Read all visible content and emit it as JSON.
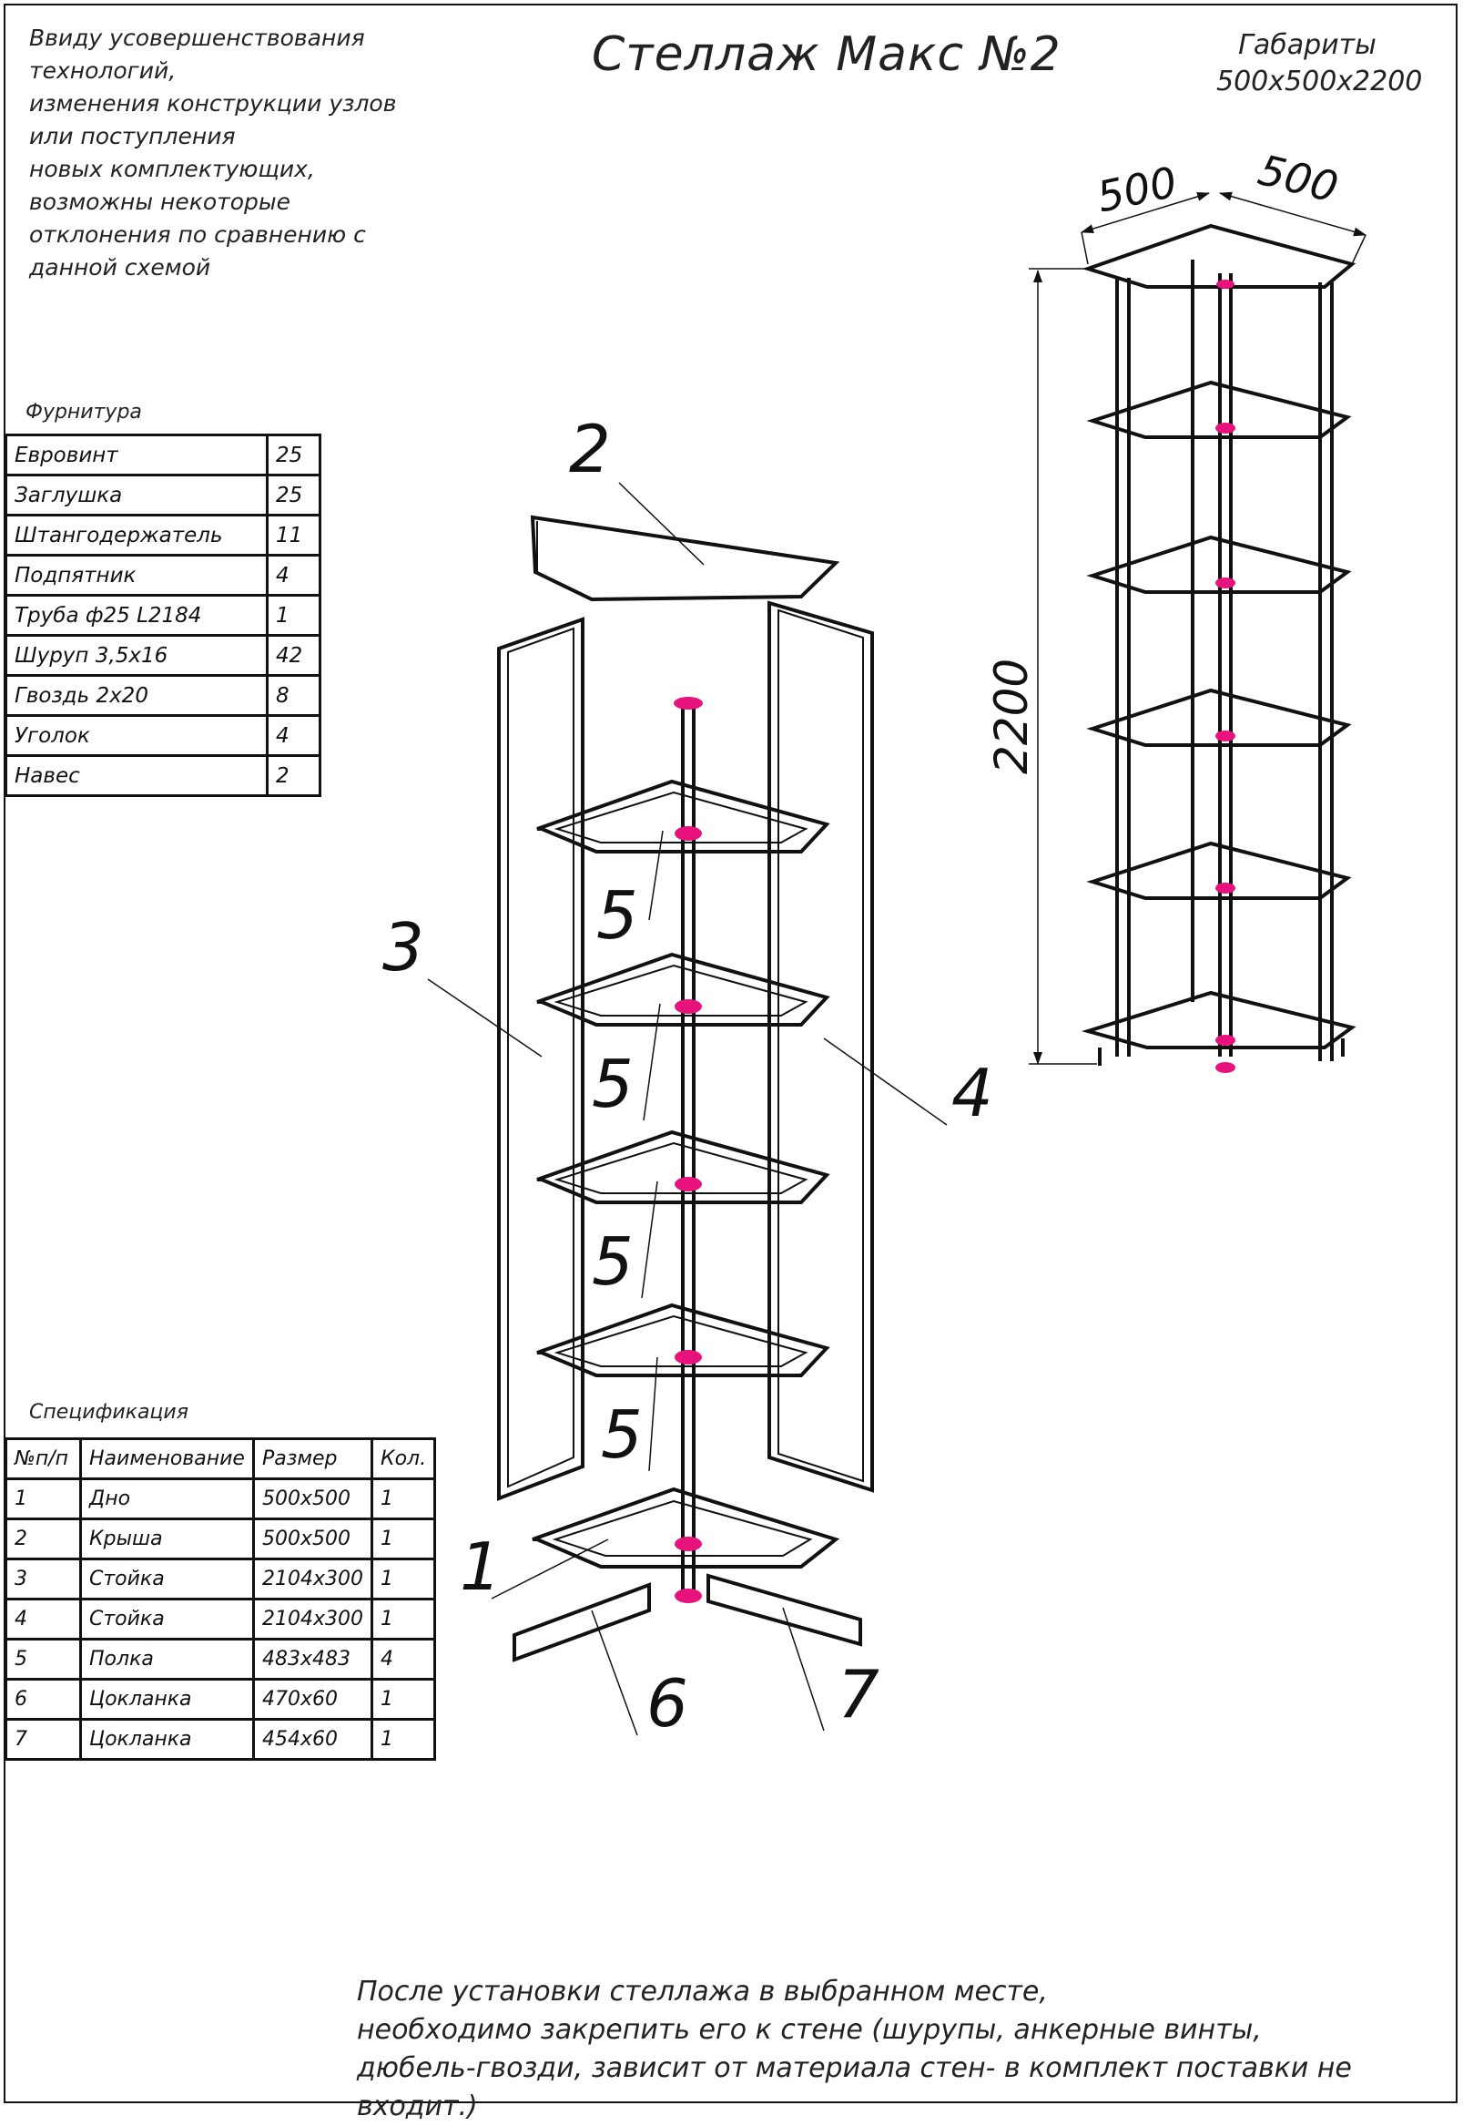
{
  "note": [
    "Ввиду усовершенствования технологий,",
    "изменения конструкции узлов или поступления",
    "новых комплектующих, возможны некоторые",
    "отклонения по сравнению с данной схемой"
  ],
  "title": "Стеллаж Макс №2",
  "dimensions": {
    "label": "Габариты",
    "value": "500х500х2200"
  },
  "furniture": {
    "caption": "Фурнитура",
    "rows": [
      {
        "name": "Евровинт",
        "qty": "25"
      },
      {
        "name": "Заглушка",
        "qty": "25"
      },
      {
        "name": "Штангодержатель",
        "qty": "11"
      },
      {
        "name": "Подпятник",
        "qty": "4"
      },
      {
        "name": "Труба ф25 L2184",
        "qty": "1"
      },
      {
        "name": "Шуруп 3,5х16",
        "qty": "42"
      },
      {
        "name": "Гвоздь 2х20",
        "qty": "8"
      },
      {
        "name": "Уголок",
        "qty": "4"
      },
      {
        "name": "Навес",
        "qty": "2"
      }
    ]
  },
  "specification": {
    "caption": "Спецификация",
    "headers": [
      "№п/п",
      "Наименование",
      "Размер",
      "Кол."
    ],
    "rows": [
      [
        "1",
        "Дно",
        "500х500",
        "1"
      ],
      [
        "2",
        "Крыша",
        "500х500",
        "1"
      ],
      [
        "3",
        "Стойка",
        "2104х300",
        "1"
      ],
      [
        "4",
        "Стойка",
        "2104х300",
        "1"
      ],
      [
        "5",
        "Полка",
        "483х483",
        "4"
      ],
      [
        "6",
        "Цокланка",
        "470х60",
        "1"
      ],
      [
        "7",
        "Цокланка",
        "454х60",
        "1"
      ]
    ]
  },
  "diagram_labels": {
    "d500a": "500",
    "d500b": "500",
    "d2200": "2200",
    "p1": "1",
    "p2": "2",
    "p3": "3",
    "p4": "4",
    "p5a": "5",
    "p5b": "5",
    "p5c": "5",
    "p5d": "5",
    "p6": "6",
    "p7": "7"
  },
  "footnote": [
    "После установки стеллажа в выбранном месте,",
    "необходимо закрепить его к стене (шурупы, анкерные винты,",
    "дюбель-гвозди, зависит от материала стен- в комплект поставки не входит.)"
  ],
  "colors": {
    "line": "#111111",
    "accent": "#e8127c"
  }
}
